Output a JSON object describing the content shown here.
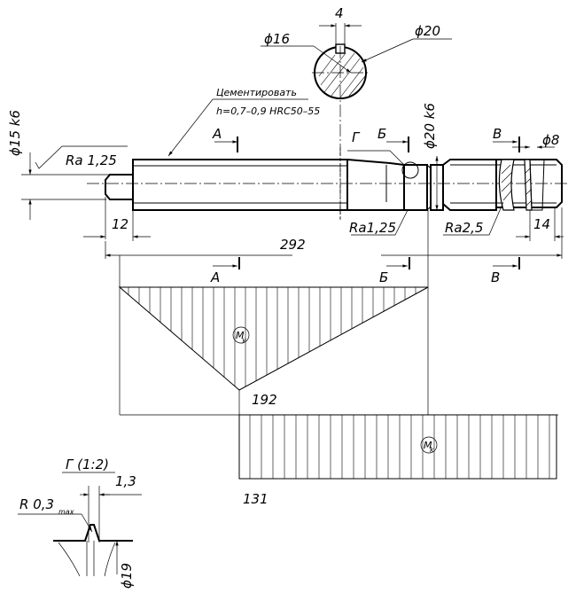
{
  "drawing": {
    "heat_treatment": "Цементировать",
    "case_depth": "h=0,7–0,9 HRC50–55",
    "keyway": {
      "width": "4",
      "inner_dia": "ϕ16",
      "outer_dia": "ϕ20"
    },
    "shaft": {
      "left_journal": "ϕ15 k6",
      "left_roughness": "Ra 1,25",
      "right_journal": "ϕ20 k6",
      "small_dia": "ϕ8",
      "roughness_mid": "Ra1,25",
      "roughness_right": "Ra2,5",
      "len_12": "12",
      "len_14": "14",
      "total_length": "292"
    },
    "sections": {
      "a": "А",
      "b": "Б",
      "v": "В",
      "g": "Г"
    },
    "moments": {
      "bending_label": "M",
      "bending_sub": "y",
      "bending_max": "192",
      "torque_label": "M",
      "torque_sub": "k",
      "torque_value": "131"
    },
    "detail": {
      "title": "Г (1:2)",
      "offset": "1,3",
      "radius_label": "R 0,3",
      "radius_sub": "max",
      "diameter": "ϕ19"
    }
  }
}
